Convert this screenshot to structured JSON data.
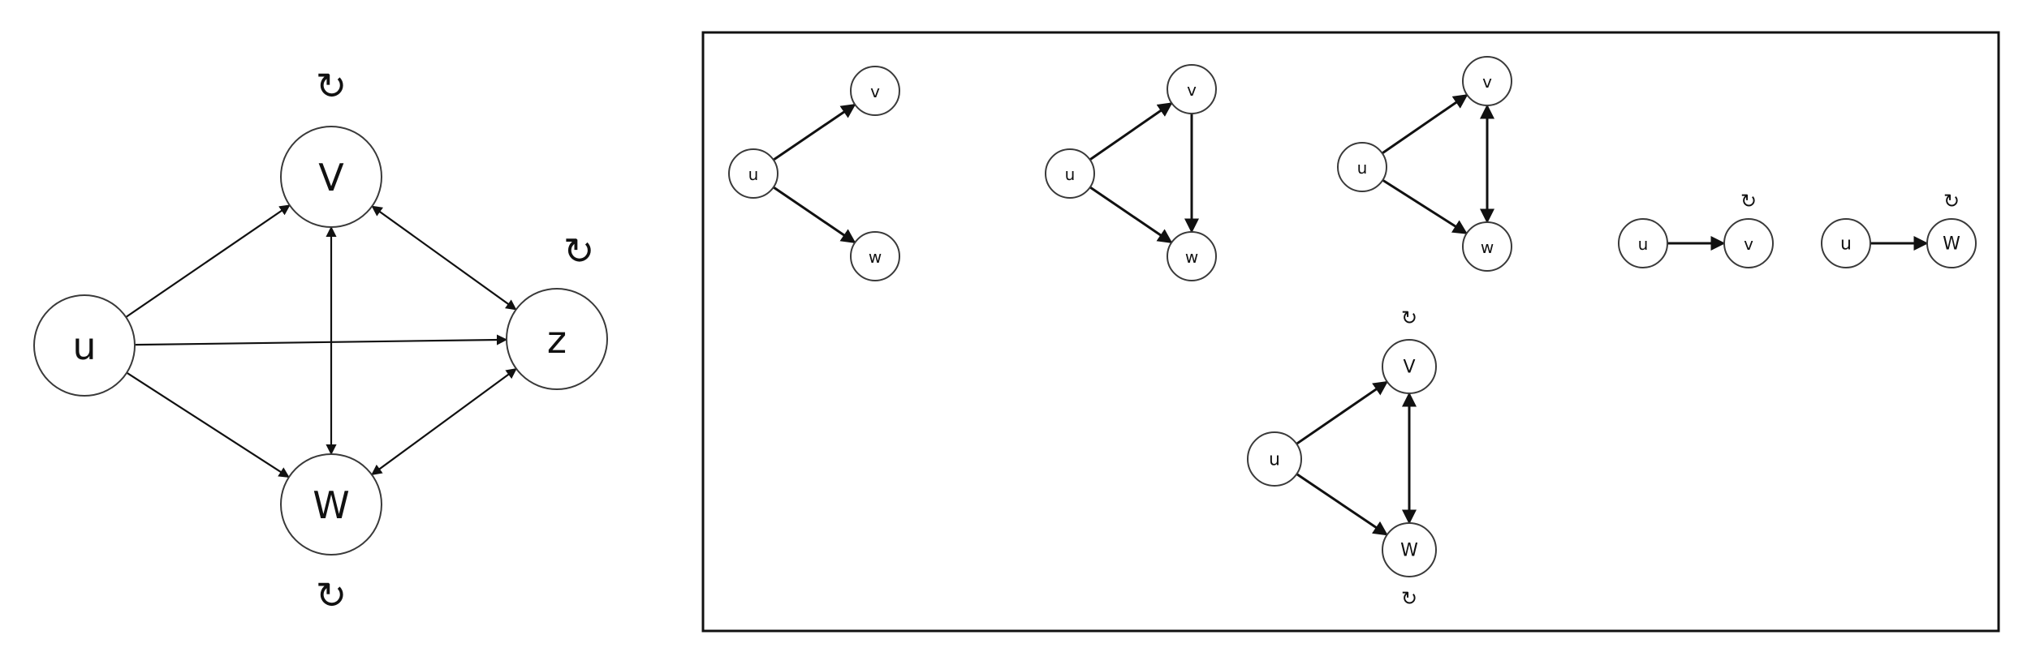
{
  "colors": {
    "stroke": "#111111",
    "node_fill": "#ffffff",
    "background": "#ffffff"
  },
  "loop_symbol": "↻",
  "main_graph": {
    "nodes": [
      {
        "id": "u",
        "label": "u"
      },
      {
        "id": "v",
        "label": "V"
      },
      {
        "id": "w",
        "label": "W"
      },
      {
        "id": "z",
        "label": "z"
      }
    ],
    "edges": [
      {
        "from": "u",
        "to": "v",
        "directed": true,
        "bidirectional": false
      },
      {
        "from": "u",
        "to": "w",
        "directed": true,
        "bidirectional": false
      },
      {
        "from": "u",
        "to": "z",
        "directed": true,
        "bidirectional": false
      },
      {
        "from": "v",
        "to": "w",
        "directed": true,
        "bidirectional": true
      },
      {
        "from": "v",
        "to": "z",
        "directed": true,
        "bidirectional": true
      },
      {
        "from": "w",
        "to": "z",
        "directed": true,
        "bidirectional": true
      }
    ],
    "self_loops": [
      "v",
      "w",
      "z"
    ]
  },
  "subgraphs": [
    {
      "nodes": [
        {
          "id": "u",
          "label": "u"
        },
        {
          "id": "v",
          "label": "v"
        },
        {
          "id": "w",
          "label": "w"
        }
      ],
      "edges": [
        {
          "from": "u",
          "to": "v",
          "bidirectional": false
        },
        {
          "from": "u",
          "to": "w",
          "bidirectional": false
        }
      ],
      "self_loops": []
    },
    {
      "nodes": [
        {
          "id": "u",
          "label": "u"
        },
        {
          "id": "v",
          "label": "v"
        },
        {
          "id": "w",
          "label": "w"
        }
      ],
      "edges": [
        {
          "from": "u",
          "to": "v",
          "bidirectional": false
        },
        {
          "from": "u",
          "to": "w",
          "bidirectional": false
        },
        {
          "from": "v",
          "to": "w",
          "bidirectional": false
        }
      ],
      "self_loops": []
    },
    {
      "nodes": [
        {
          "id": "u",
          "label": "u"
        },
        {
          "id": "v",
          "label": "v"
        },
        {
          "id": "w",
          "label": "w"
        }
      ],
      "edges": [
        {
          "from": "u",
          "to": "v",
          "bidirectional": false
        },
        {
          "from": "u",
          "to": "w",
          "bidirectional": false
        },
        {
          "from": "v",
          "to": "w",
          "bidirectional": true
        }
      ],
      "self_loops": []
    },
    {
      "nodes": [
        {
          "id": "u",
          "label": "u"
        },
        {
          "id": "v",
          "label": "v"
        }
      ],
      "edges": [
        {
          "from": "u",
          "to": "v",
          "bidirectional": false
        }
      ],
      "self_loops": [
        "v"
      ]
    },
    {
      "nodes": [
        {
          "id": "u",
          "label": "u"
        },
        {
          "id": "w",
          "label": "W"
        }
      ],
      "edges": [
        {
          "from": "u",
          "to": "w",
          "bidirectional": false
        }
      ],
      "self_loops": [
        "w"
      ]
    },
    {
      "nodes": [
        {
          "id": "u",
          "label": "u"
        },
        {
          "id": "v",
          "label": "V"
        },
        {
          "id": "w",
          "label": "W"
        }
      ],
      "edges": [
        {
          "from": "u",
          "to": "v",
          "bidirectional": false
        },
        {
          "from": "u",
          "to": "w",
          "bidirectional": false
        },
        {
          "from": "v",
          "to": "w",
          "bidirectional": true
        }
      ],
      "self_loops": [
        "v",
        "w"
      ]
    }
  ]
}
